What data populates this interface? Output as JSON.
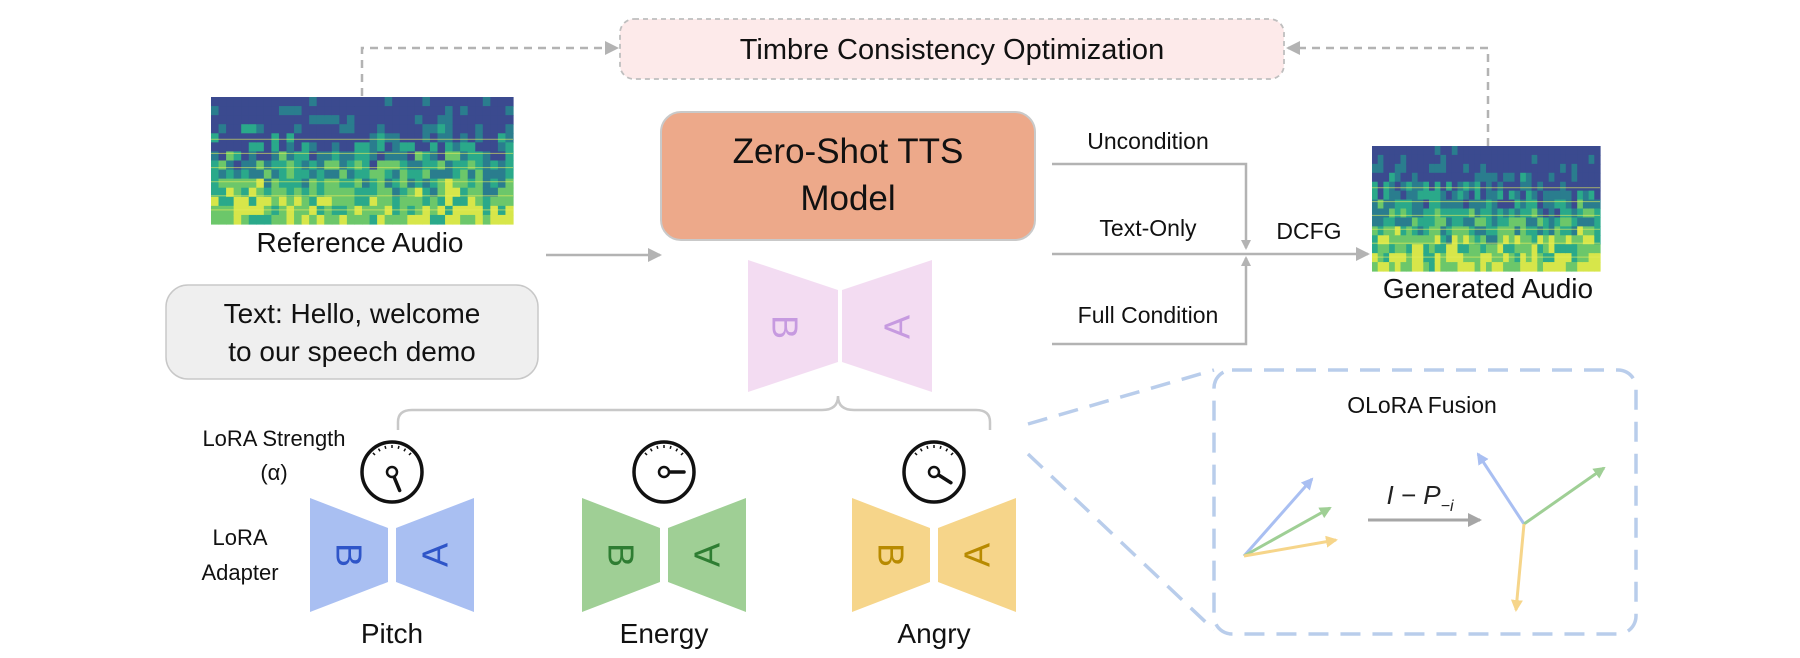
{
  "top_box": {
    "label": "Timbre Consistency Optimization"
  },
  "reference": {
    "label": "Reference Audio"
  },
  "text_prompt": {
    "line1": "Text: Hello, welcome",
    "line2": "to our speech demo"
  },
  "model": {
    "line1": "Zero-Shot TTS",
    "line2": "Model"
  },
  "conditions": {
    "uncondition": "Uncondition",
    "text_only": "Text-Only",
    "full_condition": "Full Condition"
  },
  "dcfg": {
    "label": "DCFG"
  },
  "generated": {
    "label": "Generated Audio"
  },
  "lora_main": {
    "b": "B",
    "a": "A"
  },
  "lora_strength": {
    "line1": "LoRA Strength",
    "line2": "(α)"
  },
  "lora_adapter": {
    "line1": "LoRA",
    "line2": "Adapter"
  },
  "adapters": [
    {
      "name": "Pitch",
      "b": "B",
      "a": "A",
      "color": "#a9bff2",
      "text_color": "#2f55c8",
      "dial": 0.75
    },
    {
      "name": "Energy",
      "b": "B",
      "a": "A",
      "color": "#9fcf95",
      "text_color": "#2e7d32",
      "dial": 0.5
    },
    {
      "name": "Angry",
      "b": "B",
      "a": "A",
      "color": "#f6d58a",
      "text_color": "#b88a00",
      "dial": 0.62
    }
  ],
  "olora": {
    "title": "OLoRA Fusion",
    "operator": "I − P",
    "operator_sub": "−i"
  },
  "colors": {
    "model_fill": "#eda98a",
    "top_box_fill": "#fdeaea",
    "lora_main_fill": "#f3dcf2",
    "lora_main_text": "#c69ae0",
    "text_box_fill": "#efefef",
    "arrow": "#b3b3b3",
    "olora_border": "#b9cdeb",
    "vec_blue": "#a9bff2",
    "vec_green": "#9fcf95",
    "vec_yellow": "#f6d58a"
  }
}
